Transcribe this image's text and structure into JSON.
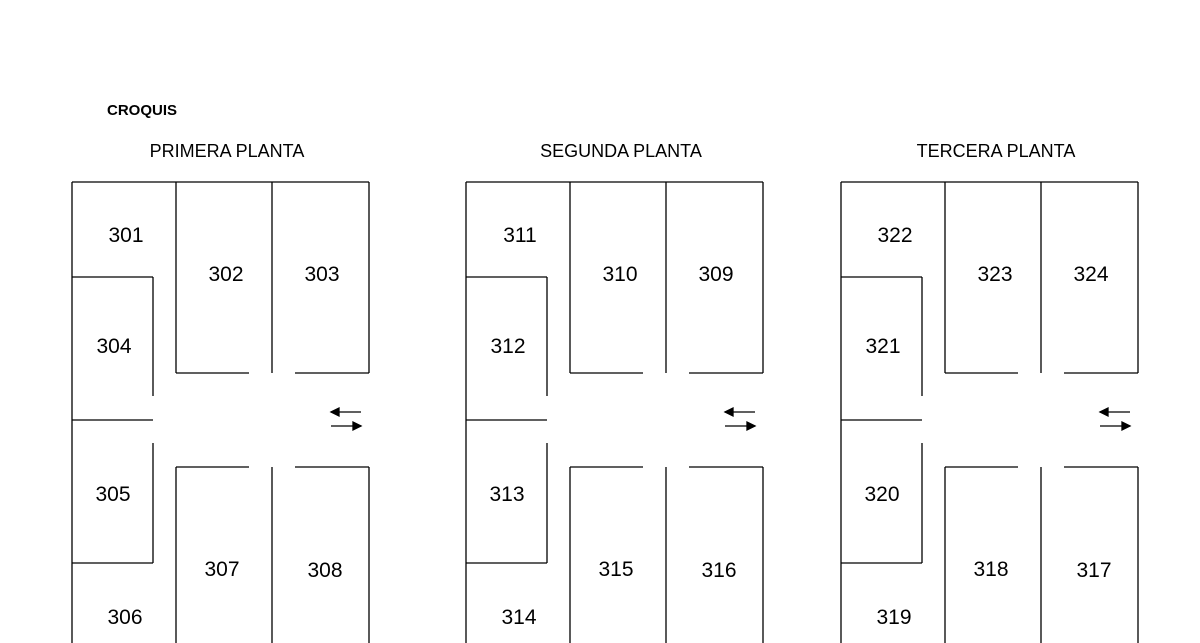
{
  "title": "CROQUIS",
  "floors": [
    {
      "name": "PRIMERA PLANTA",
      "rooms": {
        "top_left": "301",
        "top_mid": "302",
        "top_right": "303",
        "left_upper": "304",
        "left_lower": "305",
        "bottom_left": "306",
        "bottom_mid": "307",
        "bottom_right": "308"
      }
    },
    {
      "name": "SEGUNDA PLANTA",
      "rooms": {
        "top_left": "311",
        "top_mid": "310",
        "top_right": "309",
        "left_upper": "312",
        "left_lower": "313",
        "bottom_left": "314",
        "bottom_mid": "315",
        "bottom_right": "316"
      }
    },
    {
      "name": "TERCERA PLANTA",
      "rooms": {
        "top_left": "322",
        "top_mid": "323",
        "top_right": "324",
        "left_upper": "321",
        "left_lower": "320",
        "bottom_left": "319",
        "bottom_mid": "318",
        "bottom_right": "317"
      }
    }
  ],
  "colors": {
    "line": "#000000",
    "background": "#ffffff"
  },
  "icons": {
    "corridor": "double-arrow-icon"
  }
}
